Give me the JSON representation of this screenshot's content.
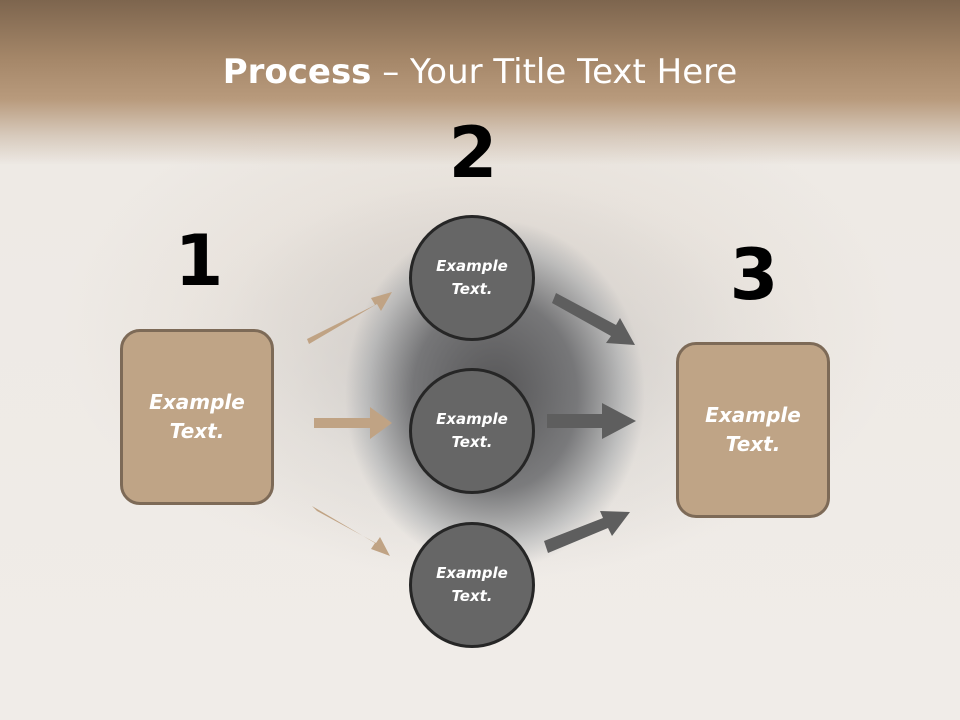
{
  "title": {
    "bold": "Process",
    "rest": " – Your Title Text Here"
  },
  "numbers": [
    "1",
    "2",
    "3"
  ],
  "left_box": {
    "line1": "Example",
    "line2": "Text."
  },
  "circles": [
    {
      "line1": "Example",
      "line2": "Text."
    },
    {
      "line1": "Example",
      "line2": "Text."
    },
    {
      "line1": "Example",
      "line2": "Text."
    }
  ],
  "right_box": {
    "line1": "Example",
    "line2": "Text."
  },
  "colors": {
    "box_fill": "#bfa486",
    "box_border": "#7d6a57",
    "circle_fill": "#666666",
    "circle_border": "#262626",
    "arrow_tan": "#c0a384",
    "arrow_gray": "#5e5e5e",
    "title_band": "#a48668"
  }
}
